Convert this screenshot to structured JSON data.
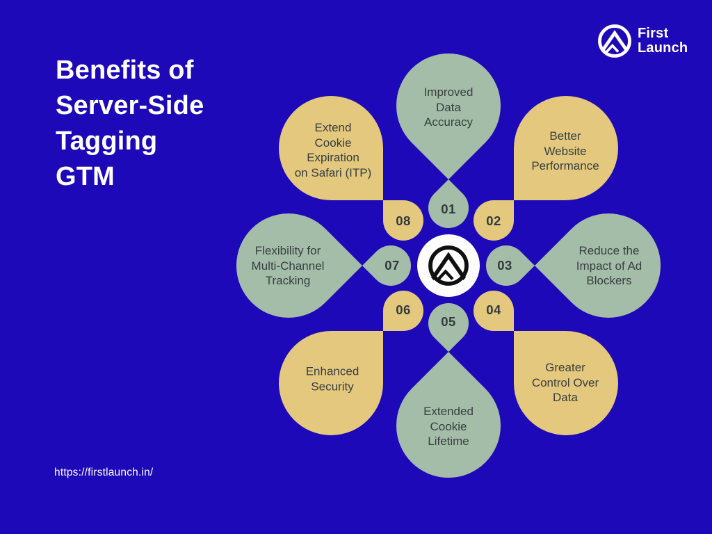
{
  "title": "Benefits of\nServer-Side\nTagging\nGTM",
  "brand": {
    "name_line1": "First",
    "name_line2": "Launch",
    "icon": "mountain-circle-icon"
  },
  "footer_url": "https://firstlaunch.in/",
  "colors": {
    "background": "#1D09B8",
    "petal_green": "#A4BDA9",
    "petal_yellow": "#E3C87E",
    "label_text": "#383E40",
    "badge_text": "#323A3C",
    "center_disc": "#FFFFFF",
    "logo_ink": "#101010",
    "title_text": "#FFFFFF"
  },
  "diagram": {
    "center_icon": "mountain-circle-icon",
    "petals": [
      {
        "number": "01",
        "label": "Improved\nData\nAccuracy",
        "color": "green"
      },
      {
        "number": "02",
        "label": "Better\nWebsite\nPerformance",
        "color": "yellow"
      },
      {
        "number": "03",
        "label": "Reduce the\nImpact of Ad\nBlockers",
        "color": "green"
      },
      {
        "number": "04",
        "label": "Greater\nControl Over\nData",
        "color": "yellow"
      },
      {
        "number": "05",
        "label": "Extended\nCookie\nLifetime",
        "color": "green"
      },
      {
        "number": "06",
        "label": "Enhanced\nSecurity",
        "color": "yellow"
      },
      {
        "number": "07",
        "label": "Flexibility for\nMulti-Channel\nTracking",
        "color": "green"
      },
      {
        "number": "08",
        "label": "Extend\nCookie\nExpiration\non Safari (ITP)",
        "color": "yellow"
      }
    ]
  }
}
